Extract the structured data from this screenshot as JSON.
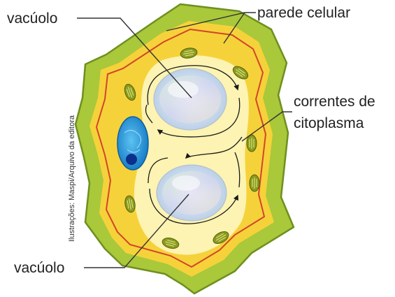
{
  "labels": {
    "vacuole_top": "vacúolo",
    "cell_wall": "parede celular",
    "cytoplasm_currents_line1": "correntes de",
    "cytoplasm_currents_line2": "citoplasma",
    "vacuole_bottom": "vacúolo"
  },
  "credit": "Ilustrações: Maspi/Arquivo da editora",
  "colors": {
    "cell_wall": "#a9c83a",
    "cell_wall_outline": "#6f8f1f",
    "cytoplasm": "#f6d23a",
    "membrane": "#d2452b",
    "inner_cytoplasm": "#fdf3b2",
    "nucleus": "#1e90d6",
    "nucleolus": "#0b2f8a",
    "chloroplast": "#8a9a1e",
    "vacuole": "#cfe3ea"
  }
}
